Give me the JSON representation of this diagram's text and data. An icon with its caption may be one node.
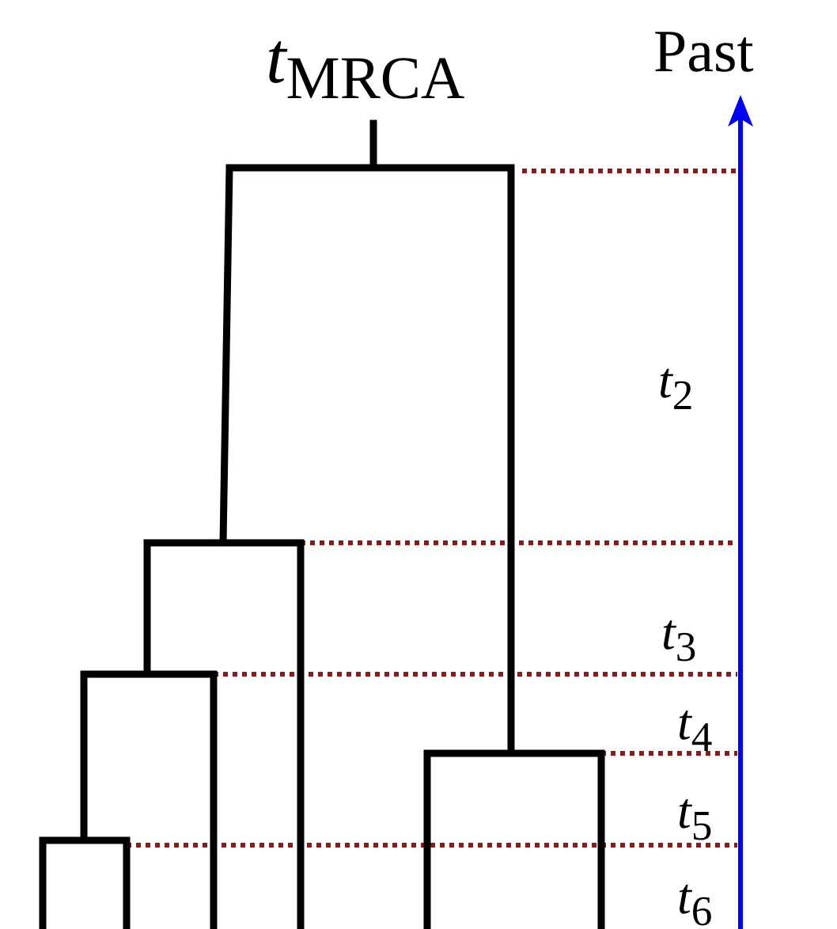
{
  "diagram": {
    "labels": [
      "*t*$_{MRCA}$",
      "Past",
      "*t*$_{2}$",
      "*t*$_{3}$",
      "*t*$_{4}$",
      "*t*$_{5}$",
      "*t*$_{6}$"
    ]
  }
}
